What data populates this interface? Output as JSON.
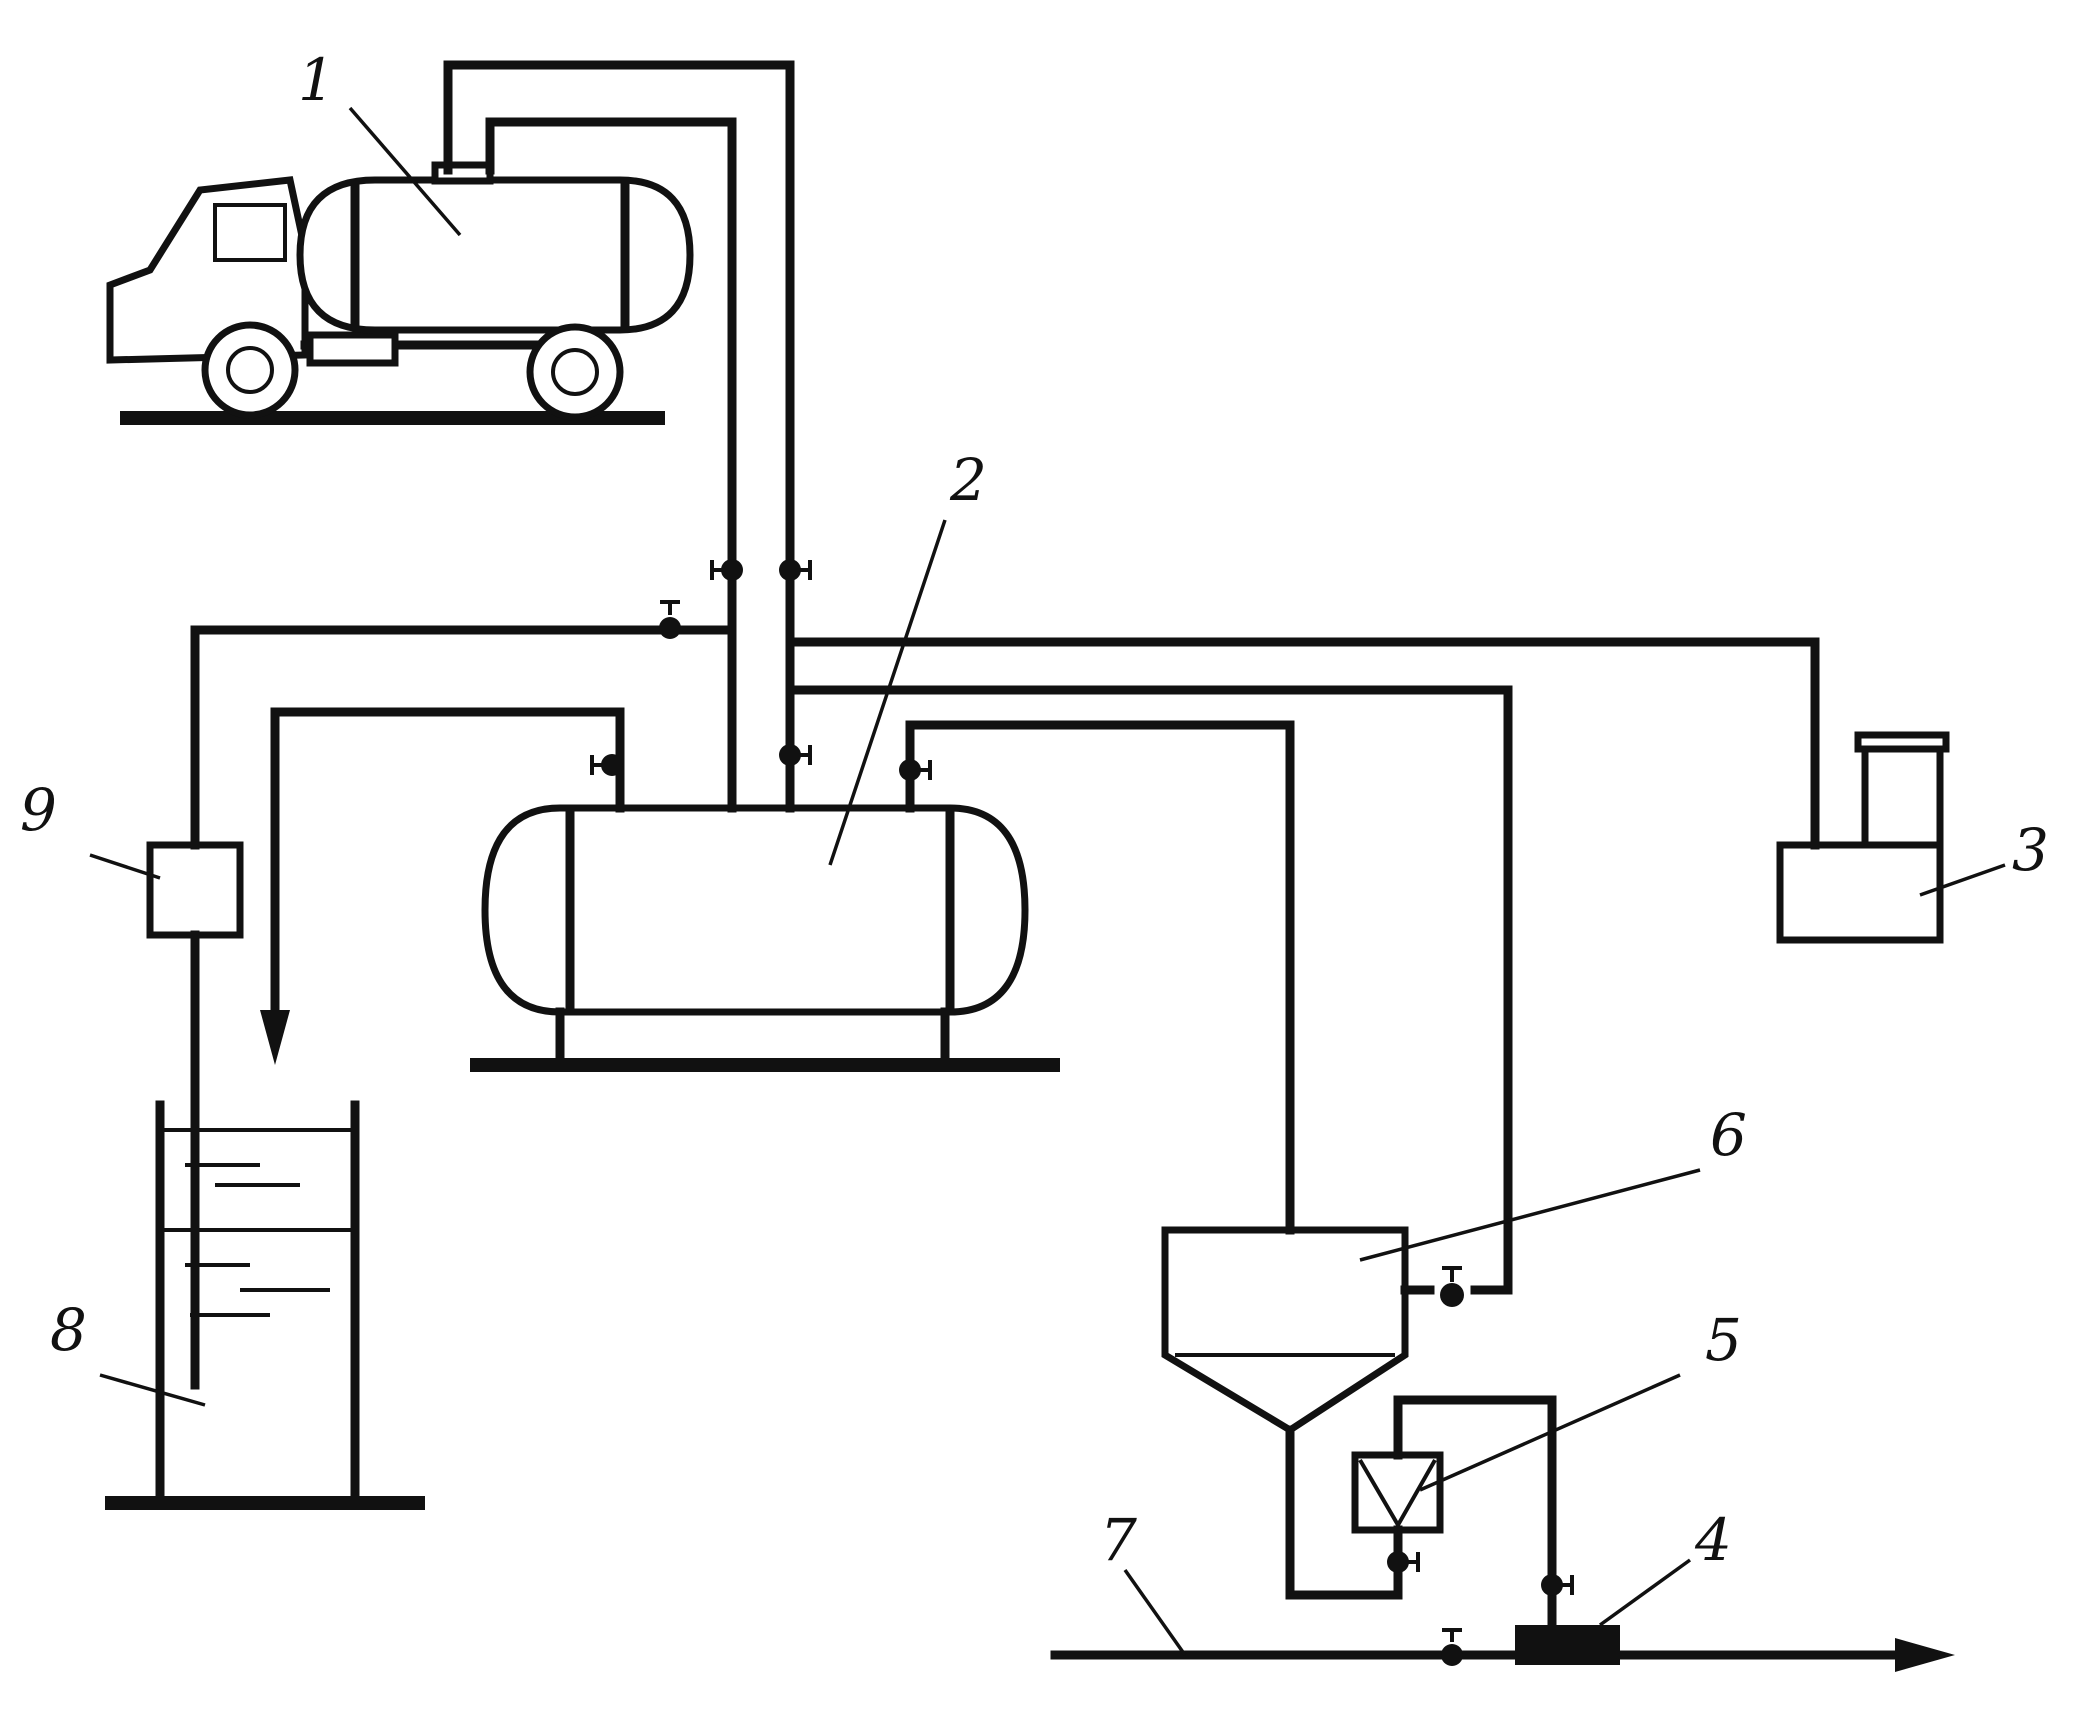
{
  "labels": [
    {
      "id": "1",
      "text": "1"
    },
    {
      "id": "2",
      "text": "2"
    },
    {
      "id": "3",
      "text": "3"
    },
    {
      "id": "4",
      "text": "4"
    },
    {
      "id": "5",
      "text": "5"
    },
    {
      "id": "6",
      "text": "6"
    },
    {
      "id": "7",
      "text": "7"
    },
    {
      "id": "8",
      "text": "8"
    },
    {
      "id": "9",
      "text": "9"
    }
  ],
  "colors": {
    "line": "#111111",
    "background": "#ffffff"
  }
}
